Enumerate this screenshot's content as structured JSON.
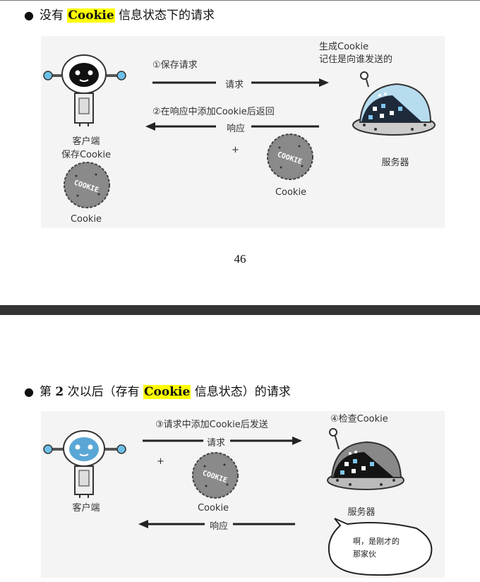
{
  "section1": {
    "bullet": "●",
    "heading_before": "没有",
    "heading_highlight": "Cookie",
    "heading_after": "信息状态下的请求",
    "figure": {
      "step1_label": "①保存请求",
      "request_label": "请求",
      "step2_label": "②在响应中添加Cookie后返回",
      "response_label": "响应",
      "plus": "+",
      "client_label_line1": "客户端",
      "client_label_line2": "保存Cookie",
      "client_cookie_label": "Cookie",
      "server_note_line1": "生成Cookie",
      "server_note_line2": "记住是向谁发送的",
      "server_label": "服务器",
      "response_cookie_label": "Cookie",
      "cookie_stamp": "COOKIE"
    }
  },
  "page_number": "46",
  "section2": {
    "bullet": "●",
    "heading_before": "第",
    "heading_number": "2",
    "heading_middle": "次以后（存有",
    "heading_highlight": "Cookie",
    "heading_after": "信息状态）的请求",
    "figure": {
      "step3_label": "③请求中添加Cookie后发送",
      "request_label": "请求",
      "step4_label": "④检查Cookie",
      "plus": "+",
      "cookie_label": "Cookie",
      "client_label": "客户端",
      "server_label": "服务器",
      "response_label": "响应",
      "bubble_line1": "啊，是刚才的",
      "bubble_line2": "那家伙",
      "cookie_stamp": "COOKIE"
    }
  },
  "colors": {
    "highlight": "#ffff00",
    "divider": "#333333",
    "figure_bg": "#f4f4f4",
    "robot_blue": "#5aa7d6",
    "server_dark": "#1e2a3a",
    "screen_dark": "#141414"
  }
}
